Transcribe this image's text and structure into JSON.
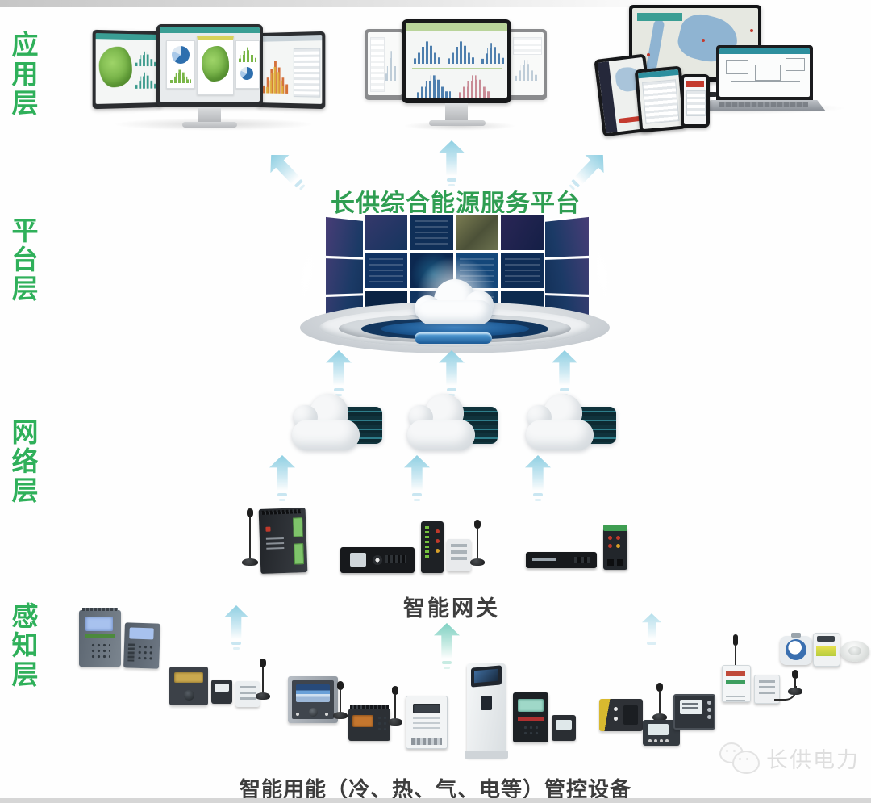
{
  "layer_labels": {
    "application": "应用层",
    "platform": "平台层",
    "network": "网络层",
    "perception": "感知层"
  },
  "platform_title": "长供综合能源服务平台",
  "gateway_label": "智能网关",
  "bottom_caption": "智能用能（冷、热、气、电等）管控设备",
  "watermark": {
    "text": "长供电力",
    "icon": "wechat-logo-icon"
  },
  "colors": {
    "label_green": "#2fb05a",
    "title_green": "#2f9e52",
    "text_dark": "#3d3d3d",
    "arrow_cyan": "#8fcfe2",
    "arrow_teal": "#7fd0c2",
    "wall_navy": "#12345f",
    "cloud_server_teal": "#2e7d8a",
    "watermark_gray": "#dedede"
  },
  "icons": [
    "monitor-map-charts-icon",
    "monitor-dashboard-icon",
    "monitor-bar-table-icon",
    "monitor-histograms-icon",
    "monitor-citymap-icon",
    "tablet-map-icon",
    "tablet-table-icon",
    "smartphone-icon",
    "laptop-diagram-icon",
    "video-wall-icon",
    "cloud-pedestal-icon",
    "up-arrow-icon",
    "cloud-server-icon",
    "wireless-gateway-icon",
    "rack-gateway-icon",
    "din-gateway-icon",
    "rack-switch-icon",
    "protection-relay-icon",
    "power-meter-icon",
    "multifunction-meter-icon",
    "data-collector-icon",
    "smart-electric-meter-icon",
    "charging-kiosk-icon",
    "fire-alarm-panel-icon",
    "controller-lcd-icon",
    "wireless-module-icon",
    "water-meter-icon",
    "gas-meter-icon",
    "smoke-detector-icon",
    "wechat-logo-icon"
  ]
}
